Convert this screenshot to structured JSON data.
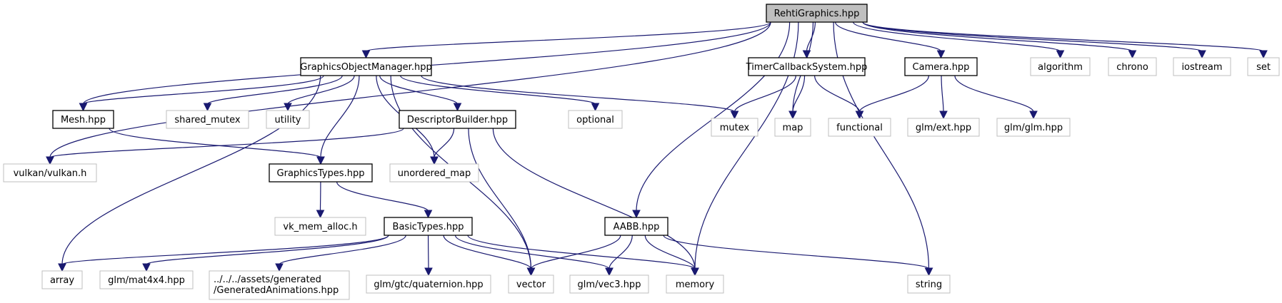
{
  "diagram": {
    "title": "RehtiGraphics.hpp",
    "colors": {
      "edge": "#191970",
      "root_fill": "#bfbfbf",
      "root_border": "#000000",
      "internal_border": "#000000",
      "external_border": "#bfbfbf",
      "node_fill": "#ffffff"
    },
    "nodes": [
      {
        "id": "rehti",
        "label": "RehtiGraphics.hpp",
        "kind": "root"
      },
      {
        "id": "gom",
        "label": "GraphicsObjectManager.hpp",
        "kind": "internal"
      },
      {
        "id": "timer",
        "label": "TimerCallbackSystem.hpp",
        "kind": "internal"
      },
      {
        "id": "camera",
        "label": "Camera.hpp",
        "kind": "internal"
      },
      {
        "id": "algorithm",
        "label": "algorithm",
        "kind": "external"
      },
      {
        "id": "chrono",
        "label": "chrono",
        "kind": "external"
      },
      {
        "id": "iostream",
        "label": "iostream",
        "kind": "external"
      },
      {
        "id": "set",
        "label": "set",
        "kind": "external"
      },
      {
        "id": "mesh",
        "label": "Mesh.hpp",
        "kind": "internal"
      },
      {
        "id": "shared_mutex",
        "label": "shared_mutex",
        "kind": "external"
      },
      {
        "id": "utility",
        "label": "utility",
        "kind": "external"
      },
      {
        "id": "descbuilder",
        "label": "DescriptorBuilder.hpp",
        "kind": "internal"
      },
      {
        "id": "optional",
        "label": "optional",
        "kind": "external"
      },
      {
        "id": "mutex",
        "label": "mutex",
        "kind": "external"
      },
      {
        "id": "map",
        "label": "map",
        "kind": "external"
      },
      {
        "id": "functional",
        "label": "functional",
        "kind": "external"
      },
      {
        "id": "glmext",
        "label": "glm/ext.hpp",
        "kind": "external"
      },
      {
        "id": "glmglm",
        "label": "glm/glm.hpp",
        "kind": "external"
      },
      {
        "id": "vulkan",
        "label": "vulkan/vulkan.h",
        "kind": "external"
      },
      {
        "id": "gtypes",
        "label": "GraphicsTypes.hpp",
        "kind": "internal"
      },
      {
        "id": "unordered_map",
        "label": "unordered_map",
        "kind": "external"
      },
      {
        "id": "vkmem",
        "label": "vk_mem_alloc.h",
        "kind": "external"
      },
      {
        "id": "basictypes",
        "label": "BasicTypes.hpp",
        "kind": "internal"
      },
      {
        "id": "aabb",
        "label": "AABB.hpp",
        "kind": "internal"
      },
      {
        "id": "array",
        "label": "array",
        "kind": "external"
      },
      {
        "id": "mat4",
        "label": "glm/mat4x4.hpp",
        "kind": "external"
      },
      {
        "id": "genanim",
        "label": "../../../assets/generated\n/GeneratedAnimations.hpp",
        "kind": "external"
      },
      {
        "id": "quat",
        "label": "glm/gtc/quaternion.hpp",
        "kind": "external"
      },
      {
        "id": "vector",
        "label": "vector",
        "kind": "external"
      },
      {
        "id": "vec3",
        "label": "glm/vec3.hpp",
        "kind": "external"
      },
      {
        "id": "memory",
        "label": "memory",
        "kind": "external"
      },
      {
        "id": "string",
        "label": "string",
        "kind": "external"
      }
    ],
    "edges": [
      [
        "rehti",
        "gom"
      ],
      [
        "rehti",
        "timer"
      ],
      [
        "rehti",
        "camera"
      ],
      [
        "rehti",
        "algorithm"
      ],
      [
        "rehti",
        "chrono"
      ],
      [
        "rehti",
        "iostream"
      ],
      [
        "rehti",
        "set"
      ],
      [
        "rehti",
        "mesh"
      ],
      [
        "rehti",
        "vulkan"
      ],
      [
        "rehti",
        "map"
      ],
      [
        "rehti",
        "memory"
      ],
      [
        "rehti",
        "aabb"
      ],
      [
        "rehti",
        "string"
      ],
      [
        "gom",
        "mesh"
      ],
      [
        "gom",
        "shared_mutex"
      ],
      [
        "gom",
        "utility"
      ],
      [
        "gom",
        "gtypes"
      ],
      [
        "gom",
        "unordered_map"
      ],
      [
        "gom",
        "descbuilder"
      ],
      [
        "gom",
        "optional"
      ],
      [
        "gom",
        "mutex"
      ],
      [
        "gom",
        "vector"
      ],
      [
        "gom",
        "array"
      ],
      [
        "timer",
        "mutex"
      ],
      [
        "timer",
        "map"
      ],
      [
        "timer",
        "functional"
      ],
      [
        "camera",
        "functional"
      ],
      [
        "camera",
        "glmext"
      ],
      [
        "camera",
        "glmglm"
      ],
      [
        "mesh",
        "gtypes"
      ],
      [
        "descbuilder",
        "vulkan"
      ],
      [
        "descbuilder",
        "unordered_map"
      ],
      [
        "descbuilder",
        "vector"
      ],
      [
        "descbuilder",
        "memory"
      ],
      [
        "gtypes",
        "vkmem"
      ],
      [
        "gtypes",
        "basictypes"
      ],
      [
        "basictypes",
        "array"
      ],
      [
        "basictypes",
        "mat4"
      ],
      [
        "basictypes",
        "genanim"
      ],
      [
        "basictypes",
        "quat"
      ],
      [
        "basictypes",
        "vector"
      ],
      [
        "basictypes",
        "vec3"
      ],
      [
        "basictypes",
        "memory"
      ],
      [
        "aabb",
        "vector"
      ],
      [
        "aabb",
        "vec3"
      ],
      [
        "aabb",
        "memory"
      ],
      [
        "aabb",
        "string"
      ]
    ]
  }
}
